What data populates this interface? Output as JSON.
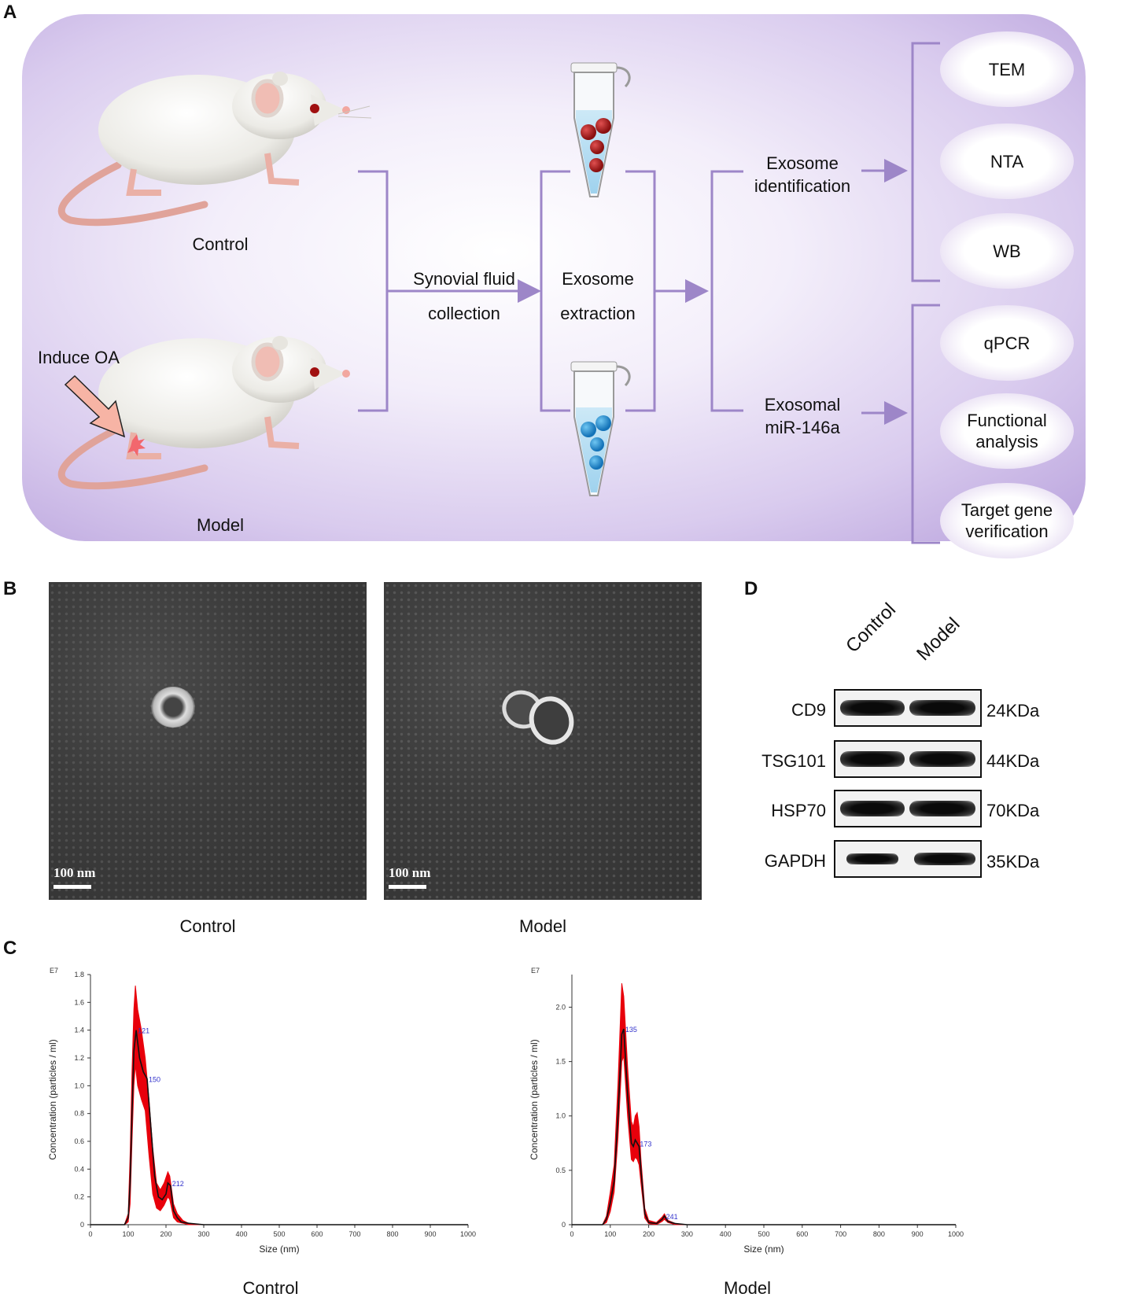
{
  "panels": {
    "A": "A",
    "B": "B",
    "C": "C",
    "D": "D"
  },
  "panel_a": {
    "control_label": "Control",
    "model_label": "Model",
    "induce_label": "Induce OA",
    "step1": [
      "Synovial fluid",
      "collection"
    ],
    "step2": [
      "Exosome",
      "extraction"
    ],
    "branch_identification": [
      "Exosome",
      "identification"
    ],
    "branch_mirna": [
      "Exosomal",
      "miR-146a"
    ],
    "identification_methods": [
      "TEM",
      "NTA",
      "WB"
    ],
    "mirna_methods": [
      [
        "qPCR"
      ],
      [
        "Functional",
        "analysis"
      ],
      [
        "Target gene",
        "verification"
      ]
    ]
  },
  "panel_b": {
    "scale_label": "100 nm",
    "captions": [
      "Control",
      "Model"
    ]
  },
  "panel_d": {
    "lane_labels": [
      "Control",
      "Model"
    ],
    "rows": [
      {
        "protein": "CD9",
        "size": "24KDa"
      },
      {
        "protein": "TSG101",
        "size": "44KDa"
      },
      {
        "protein": "HSP70",
        "size": "70KDa"
      },
      {
        "protein": "GAPDH",
        "size": "35KDa"
      }
    ]
  },
  "chart_data": [
    {
      "type": "line",
      "title": "Control",
      "xlabel": "Size (nm)",
      "ylabel": "Concentration (particles / ml)",
      "y_multiplier": "E7",
      "xlim": [
        0,
        1000
      ],
      "ylim": [
        0,
        1.8
      ],
      "xticks": [
        0,
        100,
        200,
        300,
        400,
        500,
        600,
        700,
        800,
        900,
        1000
      ],
      "yticks": [
        0,
        0.2,
        0.4,
        0.6,
        0.8,
        1.0,
        1.2,
        1.4,
        1.6,
        1.8
      ],
      "peak_labels": [
        {
          "x": 121,
          "label": "121"
        },
        {
          "x": 150,
          "label": "150"
        },
        {
          "x": 212,
          "label": "212"
        }
      ],
      "series": [
        {
          "x": [
            0,
            90,
            100,
            105,
            110,
            115,
            121,
            130,
            140,
            150,
            160,
            170,
            180,
            190,
            200,
            205,
            212,
            220,
            230,
            240,
            260,
            300,
            400,
            600,
            800,
            1000
          ],
          "y": [
            0,
            0,
            0.05,
            0.3,
            0.8,
            1.25,
            1.4,
            1.2,
            1.1,
            1.05,
            0.7,
            0.35,
            0.2,
            0.18,
            0.22,
            0.3,
            0.28,
            0.1,
            0.05,
            0.02,
            0.01,
            0,
            0,
            0,
            0,
            0
          ]
        },
        {
          "x": [
            0,
            90,
            100,
            105,
            110,
            115,
            119,
            125,
            135,
            145,
            155,
            165,
            175,
            185,
            195,
            205,
            210,
            220,
            230,
            245,
            260,
            300,
            400,
            600,
            800,
            1000
          ],
          "y": [
            0,
            0,
            0.08,
            0.5,
            1.1,
            1.55,
            1.72,
            1.55,
            1.4,
            1.2,
            0.9,
            0.55,
            0.3,
            0.25,
            0.3,
            0.38,
            0.35,
            0.15,
            0.08,
            0.03,
            0.01,
            0,
            0,
            0,
            0,
            0
          ]
        },
        {
          "x": [
            0,
            90,
            100,
            105,
            110,
            115,
            119,
            125,
            135,
            145,
            155,
            165,
            175,
            185,
            195,
            205,
            210,
            220,
            230,
            245,
            260,
            300,
            400,
            600,
            800,
            1000
          ],
          "y": [
            0,
            0,
            0.02,
            0.15,
            0.6,
            1.0,
            1.15,
            1.0,
            0.9,
            0.82,
            0.5,
            0.22,
            0.12,
            0.1,
            0.14,
            0.2,
            0.18,
            0.05,
            0.02,
            0.01,
            0,
            0,
            0,
            0,
            0,
            0
          ]
        }
      ]
    },
    {
      "type": "line",
      "title": "Model",
      "xlabel": "Size (nm)",
      "ylabel": "Concentration (particles / ml)",
      "y_multiplier": "E7",
      "xlim": [
        0,
        1000
      ],
      "ylim": [
        0,
        2.3
      ],
      "xticks": [
        0,
        100,
        200,
        300,
        400,
        500,
        600,
        700,
        800,
        900,
        1000
      ],
      "yticks": [
        0,
        0.5,
        1.0,
        1.5,
        2.0
      ],
      "peak_labels": [
        {
          "x": 135,
          "label": "135"
        },
        {
          "x": 173,
          "label": "173"
        },
        {
          "x": 241,
          "label": "241"
        }
      ],
      "series": [
        {
          "x": [
            0,
            80,
            90,
            100,
            110,
            120,
            130,
            135,
            145,
            155,
            160,
            165,
            170,
            175,
            180,
            190,
            200,
            220,
            235,
            241,
            250,
            270,
            300,
            400,
            600,
            800,
            1000
          ],
          "y": [
            0,
            0,
            0.05,
            0.2,
            0.4,
            1.0,
            1.75,
            1.8,
            1.2,
            0.75,
            0.72,
            0.78,
            0.75,
            0.72,
            0.5,
            0.1,
            0.02,
            0.01,
            0.05,
            0.08,
            0.03,
            0.01,
            0,
            0,
            0,
            0,
            0
          ]
        },
        {
          "x": [
            0,
            80,
            90,
            100,
            110,
            120,
            130,
            135,
            145,
            155,
            160,
            165,
            170,
            175,
            180,
            190,
            200,
            220,
            235,
            241,
            250,
            270,
            300,
            400,
            600,
            800,
            1000
          ],
          "y": [
            0,
            0,
            0.08,
            0.3,
            0.55,
            1.3,
            2.22,
            2.1,
            1.45,
            0.95,
            0.9,
            1.0,
            1.03,
            0.9,
            0.6,
            0.15,
            0.04,
            0.02,
            0.07,
            0.1,
            0.04,
            0.01,
            0,
            0,
            0,
            0,
            0
          ]
        },
        {
          "x": [
            0,
            80,
            90,
            100,
            110,
            120,
            130,
            135,
            145,
            155,
            160,
            165,
            170,
            175,
            180,
            190,
            200,
            220,
            235,
            241,
            250,
            270,
            300,
            400,
            600,
            800,
            1000
          ],
          "y": [
            0,
            0,
            0.02,
            0.12,
            0.3,
            0.8,
            1.5,
            1.55,
            1.0,
            0.6,
            0.58,
            0.62,
            0.6,
            0.55,
            0.38,
            0.06,
            0.01,
            0,
            0.03,
            0.05,
            0.02,
            0,
            0,
            0,
            0,
            0,
            0
          ]
        }
      ]
    }
  ],
  "colors": {
    "panel_bg": "#b49bd9",
    "line_purple": "#9d86c8",
    "band_red": "#e8000b",
    "peak_blue": "#3333cc"
  }
}
